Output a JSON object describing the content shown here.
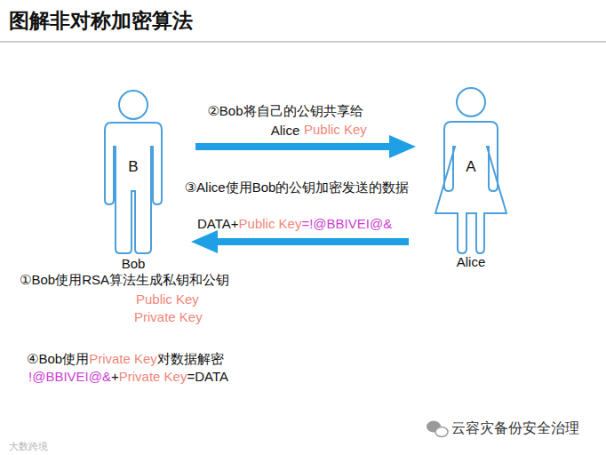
{
  "diagram": {
    "title": "图解非对称加密算法",
    "nodes": [
      {
        "text": [
          "B",
          "Bob"
        ]
      },
      {
        "text": [
          "A",
          "Alice"
        ]
      }
    ],
    "edges": [
      {
        "from": 0,
        "to": 1,
        "arrow": "to",
        "label": "②Bob将自己的公钥共享给 Alice"
      },
      {
        "from": 1,
        "to": 0,
        "arrow": "to",
        "label": "③Alice使用Bob的公钥加密发送的数据"
      }
    ],
    "labels": [
      "Public Key",
      "DATA+",
      "Public Key",
      "=!@BBIVEI@&",
      "①Bob使用RSA算法生成私钥和公钥",
      "Public Key",
      "Private Key",
      "④Bob使用",
      "Private Key",
      "对数据解密",
      "!@BBIVEI@&",
      "+",
      "Private Key",
      "=DATA",
      "云容灾备份安全治理",
      "大数跨境"
    ]
  }
}
